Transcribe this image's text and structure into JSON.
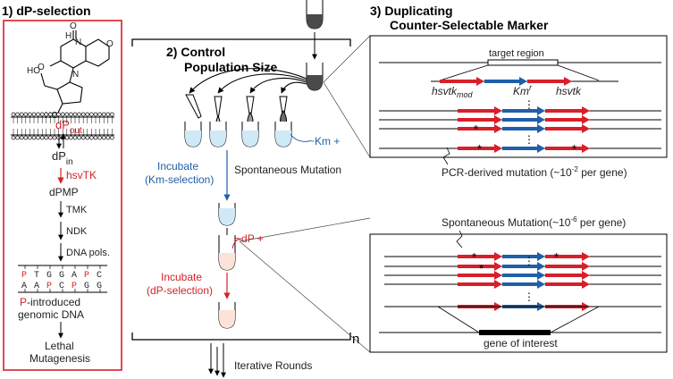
{
  "colors": {
    "red": "#d6202a",
    "blue": "#1f5fa8",
    "light_blue": "#cfe9f7",
    "light_pink": "#fbe3d9",
    "dark_gray": "#4a4a4a",
    "mid_gray": "#8a8a8a"
  },
  "panel1": {
    "title": "1) dP-selection",
    "molecule_O1": "O",
    "molecule_N1": "N",
    "molecule_N2": "N",
    "molecule_H": "H",
    "molecule_HO1": "HO",
    "molecule_HO2": "HO",
    "molecule_O2": "O",
    "molecule_O3": "O",
    "dp_out_main": "dP",
    "dp_out_sub": "out",
    "dp_in_main": "dP",
    "dp_in_sub": "in",
    "hsvtk": "hsvTK",
    "dpmp": "dPMP",
    "tmk": "TMK",
    "ndk": "NDK",
    "dna_pols": "DNA pols.",
    "seq_top": [
      "P",
      "T",
      "G",
      "G",
      "A",
      "P",
      "C"
    ],
    "seq_bottom": [
      "A",
      "A",
      "P",
      "C",
      "P",
      "G",
      "G"
    ],
    "genomic_line1_red": "P",
    "genomic_line1_rest": "-introduced",
    "genomic_line2": "genomic DNA",
    "lethal1": "Lethal",
    "lethal2": "Mutagenesis"
  },
  "panel2": {
    "title_line1": "2) Control",
    "title_line2": "Population Size",
    "km_plus": "Km +",
    "incubate_km_1": "Incubate",
    "incubate_km_2": "(Km-selection)",
    "spontaneous": "Spontaneous Mutation",
    "dp_plus": "dP +",
    "incubate_dp_1": "Incubate",
    "incubate_dp_2": "(dP-selection)",
    "n_label": "n",
    "iterative": "Iterative Rounds",
    "tilde": "~"
  },
  "panel3": {
    "title_line1": "3) Duplicating",
    "title_line2": "Counter-Selectable Marker",
    "target_region": "target region",
    "hsvtk_mod_main": "hsvtk",
    "hsvtk_mod_sub": "mod",
    "km_main": "Km",
    "km_sup": "r",
    "hsvtk": "hsvtk",
    "pcr_text": "PCR-derived mutation (~10",
    "pcr_exp": "-2",
    "pcr_tail": " per gene)",
    "spont_text": "Spontaneous Mutation(~10",
    "spont_exp": "-6",
    "spont_tail": " per gene)",
    "gene_of_interest": "gene of interest",
    "star": "*",
    "dots": "⋮"
  }
}
